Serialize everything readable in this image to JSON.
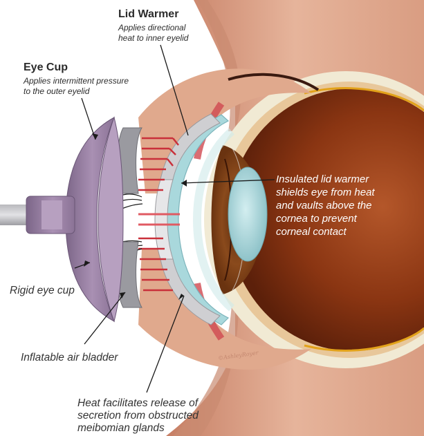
{
  "labels": {
    "lid_warmer": {
      "title": "Lid Warmer",
      "desc_line1": "Applies directional",
      "desc_line2": "heat to inner eyelid"
    },
    "eye_cup": {
      "title": "Eye Cup",
      "desc_line1": "Applies intermittent pressure",
      "desc_line2": "to the outer eyelid"
    },
    "insulated": {
      "line1": "Insulated lid warmer",
      "line2": "shields eye from heat",
      "line3": "and vaults above the",
      "line4": "cornea to prevent",
      "line5": "corneal contact"
    },
    "rigid_cup": "Rigid eye cup",
    "bladder": "Inflatable air bladder",
    "heat": {
      "line1": "Heat facilitates release of",
      "line2": "secretion from obstructed",
      "line3": "meibomian glands"
    },
    "signature": "©AshleyRoyer"
  },
  "colors": {
    "skin": "#dca58a",
    "skin_dark": "#b8705a",
    "sclera": "#f1ead4",
    "iris_inner": "#9a4410",
    "lens": "#9fd0d4",
    "cup": "#9c84a6",
    "warmer": "#c9c9c9",
    "gland_red": "#c9303a",
    "heat_arrow": "#f2d02a"
  }
}
